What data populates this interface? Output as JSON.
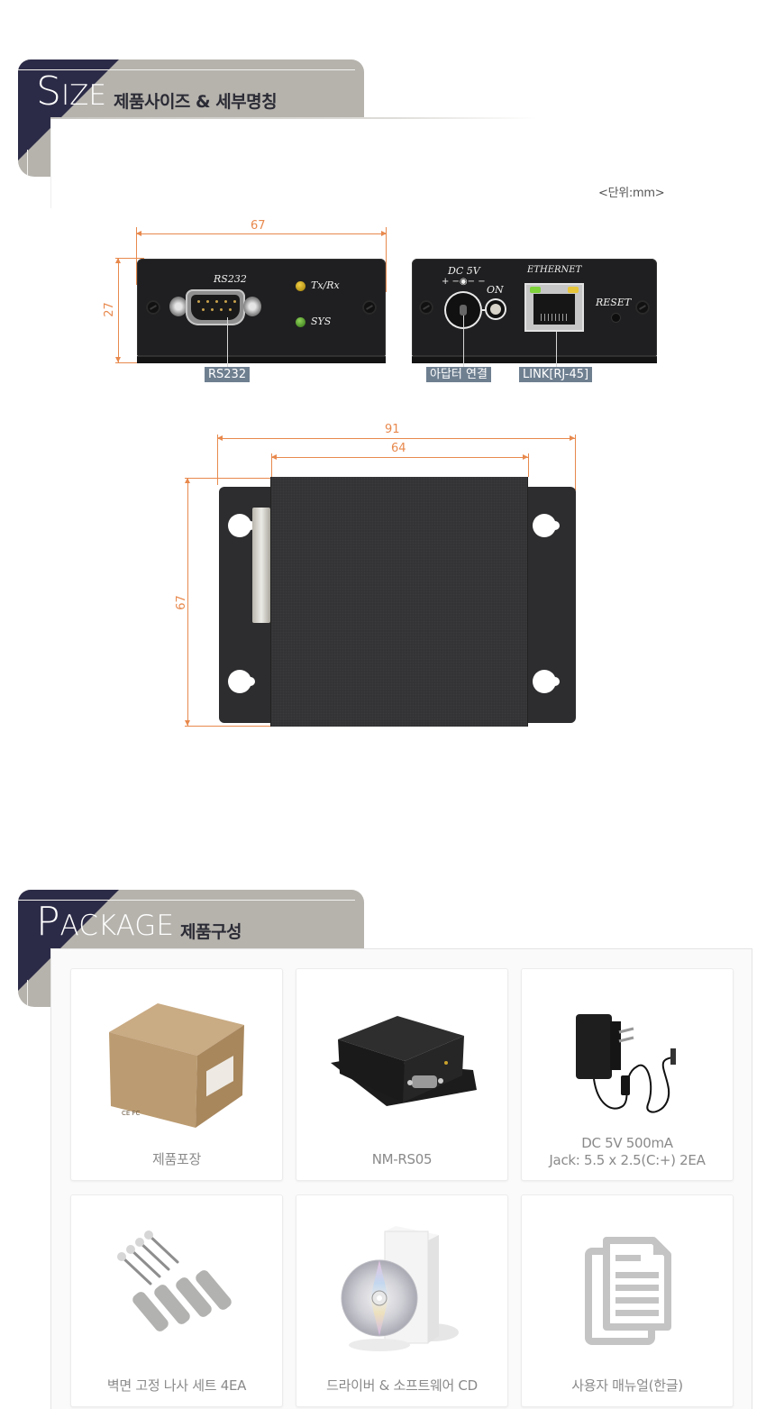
{
  "size_section": {
    "title_initial": "S",
    "title_rest": "IZE",
    "subtitle": "제품사이즈 & 세부명칭",
    "unit_note": "<단위:mm>",
    "colors": {
      "tab_dark": "#2c2b47",
      "tab_gray": "#b6b3ad",
      "dimension": "#e8894d",
      "callout_bg": "#6e7f90"
    },
    "front_view": {
      "width_dim": "67",
      "height_dim": "27",
      "panel_labels": {
        "port": "RS232",
        "led1": "Tx/Rx",
        "led2": "SYS"
      },
      "callout": "RS232"
    },
    "rear_view": {
      "panel_labels": {
        "power": "DC 5V",
        "polarity": "+ −◉− −",
        "on": "ON",
        "lan": "ETHERNET",
        "reset": "RESET"
      },
      "callouts": [
        "아답터 연결",
        "LINK[RJ-45]"
      ]
    },
    "bottom_view": {
      "overall_width_dim": "91",
      "body_width_dim": "64",
      "depth_dim": "67"
    }
  },
  "package_section": {
    "title_initial": "P",
    "title_rest": "ACKAGE",
    "subtitle": "제품구성",
    "items": [
      {
        "icon": "box-icon",
        "caption": [
          "제품포장"
        ]
      },
      {
        "icon": "device-icon",
        "caption": [
          "NM-RS05"
        ]
      },
      {
        "icon": "power-adapter-icon",
        "caption": [
          "DC 5V 500mA",
          "Jack: 5.5 x 2.5(C:+) 2EA"
        ]
      },
      {
        "icon": "screws-icon",
        "caption": [
          "벽면 고정 나사 세트 4EA"
        ]
      },
      {
        "icon": "cd-icon",
        "caption": [
          "드라이버 & 소프트웨어 CD"
        ]
      },
      {
        "icon": "document-icon",
        "caption": [
          "사용자 매뉴얼(한글)"
        ]
      }
    ]
  }
}
